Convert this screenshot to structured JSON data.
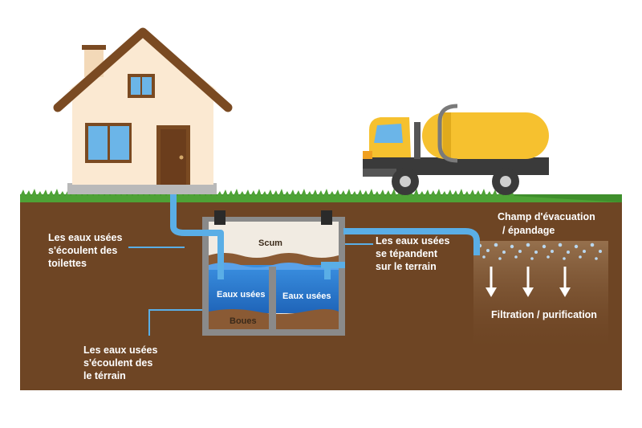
{
  "labels": {
    "toilets": [
      "Les eaux usées",
      "s'écoulent des",
      "toilettes"
    ],
    "ground_flow": [
      "Les eaux usées",
      "s'écoulent des",
      "le térrain"
    ],
    "spread": [
      "Les eaux usées",
      "se tépandent",
      "sur le terrain"
    ],
    "field": [
      "Champ d'évacuation",
      "/ épandage"
    ],
    "filtration": "Filtration / purification",
    "scum": "Scum",
    "wastewater_left": "Eaux usées",
    "wastewater_right": "Eaux usées",
    "sludge": "Boues"
  },
  "colors": {
    "soil": "#6e4524",
    "grass": "#3f8f2c",
    "pipe": "#5aaee6",
    "water": "#2d7fd1",
    "tank_wall": "#8a8a8a",
    "truck_tank": "#f6c12f",
    "house_wall": "#fbe9d2",
    "roof": "#7a4a22"
  },
  "icons": [
    "house-icon",
    "truck-icon",
    "down-arrow-icon"
  ]
}
